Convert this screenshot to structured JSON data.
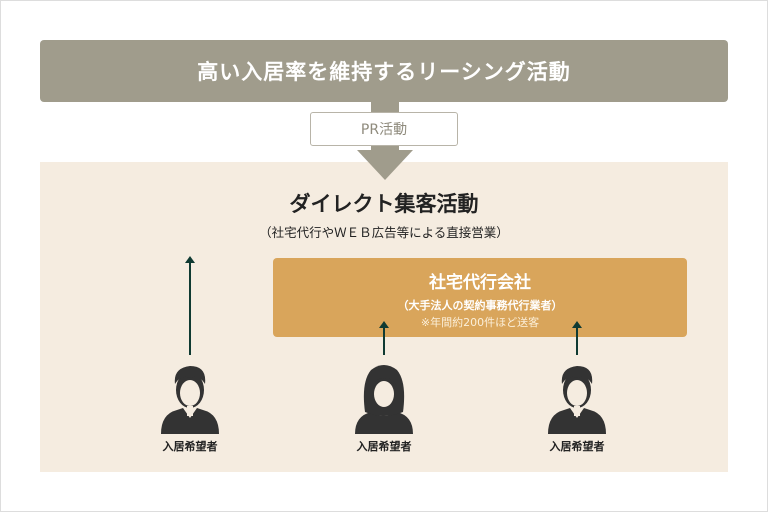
{
  "header": {
    "title": "高い入居率を維持するリーシング活動"
  },
  "pr": {
    "label": "PR活動"
  },
  "direct": {
    "title": "ダイレクト集客活動",
    "subtitle": "（社宅代行やＷＥＢ広告等による直接営業）"
  },
  "company": {
    "name": "社宅代行会社",
    "desc": "（大手法人の契約事務代行業者）",
    "note": "※年間約200件ほど送客"
  },
  "people": [
    {
      "label": "入居希望者",
      "type": "male"
    },
    {
      "label": "入居希望者",
      "type": "female"
    },
    {
      "label": "入居希望者",
      "type": "male"
    }
  ],
  "colors": {
    "topbar": "#a09c8c",
    "panel": "#f5ece0",
    "company": "#d9a55b",
    "arrow": "#0f3a32"
  }
}
